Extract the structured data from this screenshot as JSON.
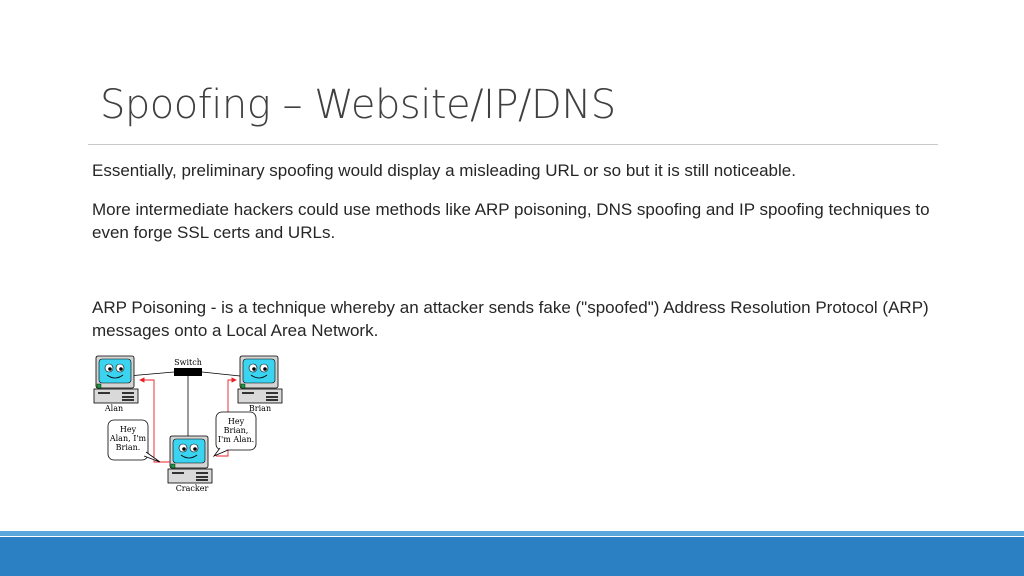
{
  "slide": {
    "title": "Spoofing – Website/IP/DNS",
    "paragraphs": [
      "Essentially, preliminary spoofing would display a misleading URL or so but it is still noticeable.",
      "More intermediate hackers could use methods like ARP poisoning, DNS spoofing and IP spoofing techniques to even forge SSL certs and URLs.",
      "ARP Poisoning -  is a technique whereby an attacker sends fake (\"spoofed\") Address Resolution Protocol (ARP) messages onto a Local Area Network."
    ]
  },
  "diagram": {
    "switch_label": "Switch",
    "computers": {
      "alan": "Alan",
      "brian": "Brian",
      "cracker": "Cracker"
    },
    "bubble_left": [
      "Hey",
      "Alan, I'm",
      "Brian."
    ],
    "bubble_right": [
      "Hey",
      "Brian,",
      "I'm Alan."
    ]
  },
  "colors": {
    "accent_bar": "#2b7fc3",
    "accent_thin": "#5aa7dd",
    "title_text": "#404040",
    "body_text": "#262626",
    "screen": "#3ad3f0",
    "arrow": "#e8202a"
  }
}
